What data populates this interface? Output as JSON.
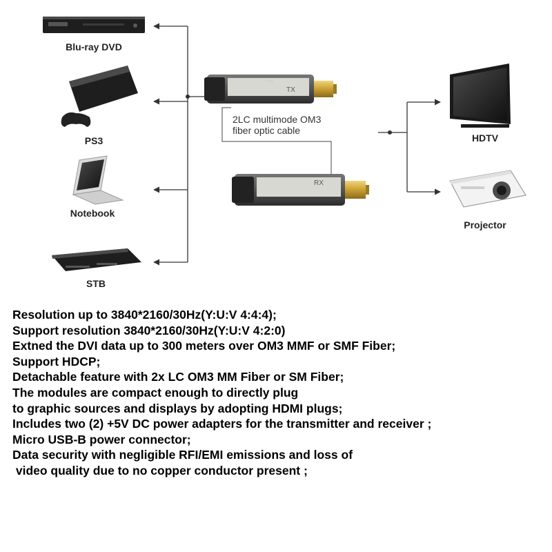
{
  "sources": [
    {
      "id": "bluray",
      "label": "Blu-ray DVD",
      "icon": "bluray-player-icon"
    },
    {
      "id": "ps3",
      "label": "PS3",
      "icon": "game-console-icon"
    },
    {
      "id": "notebook",
      "label": "Notebook",
      "icon": "laptop-icon"
    },
    {
      "id": "stb",
      "label": "STB",
      "icon": "set-top-box-icon"
    }
  ],
  "displays": [
    {
      "id": "hdtv",
      "label": "HDTV",
      "icon": "tv-monitor-icon"
    },
    {
      "id": "projector",
      "label": "Projector",
      "icon": "projector-icon"
    }
  ],
  "transmitter": {
    "tag": "TX",
    "icon": "hdmi-fiber-transmitter-icon"
  },
  "receiver": {
    "tag": "RX",
    "icon": "hdmi-fiber-receiver-icon"
  },
  "cable": {
    "line1": "2LC multimode OM3",
    "line2": "fiber optic cable"
  },
  "features": [
    "Resolution up to 3840*2160/30Hz(Y:U:V 4:4:4);",
    "Support resolution 3840*2160/30Hz(Y:U:V 4:2:0)",
    "Extned the DVI data up to 300 meters over OM3 MMF or SMF Fiber;",
    "Support HDCP;",
    "Detachable feature with 2x LC OM3 MM Fiber or SM Fiber;",
    "The modules are compact enough to directly plug",
    "to graphic sources and displays by adopting HDMI plugs;",
    "Includes two (2) +5V DC power adapters for the transmitter and receiver ;",
    "Micro USB-B power connector;",
    "Data security with negligible RFI/EMI emissions and loss of",
    " video quality due to no copper conductor present ;"
  ]
}
